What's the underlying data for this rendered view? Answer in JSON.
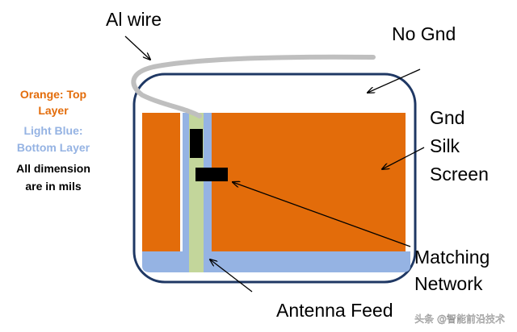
{
  "labels": {
    "al_wire": "Al wire",
    "no_gnd": "No Gnd",
    "gnd_silk_screen": [
      "Gnd",
      "Silk",
      "Screen"
    ],
    "matching_network": [
      "Matching",
      "Network"
    ],
    "antenna_feed": "Antenna Feed",
    "watermark": "头条 @智能前沿技术"
  },
  "legend": {
    "orange": [
      "Orange: Top",
      "Layer"
    ],
    "light_blue": [
      "Light Blue:",
      "Bottom Layer"
    ],
    "dimensions": [
      "All dimension",
      "are in mils"
    ]
  },
  "colors": {
    "top_layer": "#E36C0A",
    "bottom_layer": "#95B3E3",
    "feed_trace": "#C3D69B",
    "outline": "#1F3864",
    "wire": "#BFBFBF",
    "legend_orange": "#E36C0A",
    "legend_blue": "#95B3E3",
    "component": "#000000"
  }
}
